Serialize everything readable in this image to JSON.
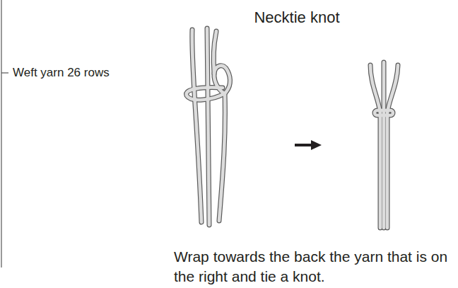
{
  "diagram": {
    "title": "Necktie knot",
    "caption": "Wrap towards the back the yarn that is on the right and tie a knot.",
    "labels": [
      "Weft yarn 26 rows"
    ]
  }
}
